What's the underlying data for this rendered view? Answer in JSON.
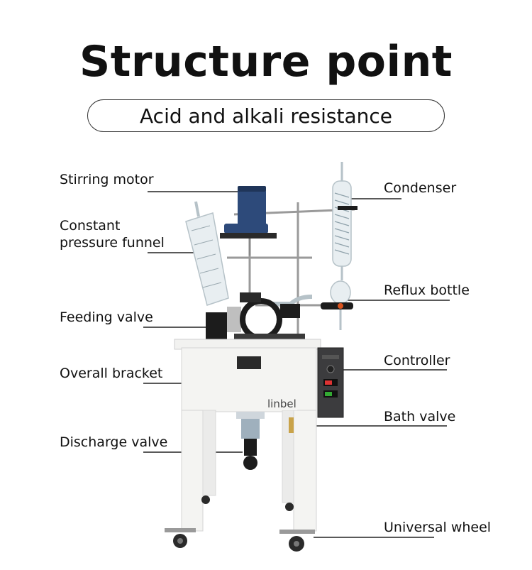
{
  "title": "Structure point",
  "subtitle": "Acid and alkali resistance",
  "brand": "linbel",
  "labels": {
    "stirring_motor": "Stirring motor",
    "constant_funnel_1": "Constant",
    "constant_funnel_2": "pressure funnel",
    "feeding_valve": "Feeding valve",
    "overall_bracket": "Overall bracket",
    "discharge_valve": "Discharge valve",
    "condenser": "Condenser",
    "reflux_bottle": "Reflux bottle",
    "controller": "Controller",
    "bath_valve": "Bath valve",
    "universal_wheel": "Universal wheel"
  },
  "colors": {
    "motor": "#2d4a7a",
    "frame": "#f2f2f0",
    "glass": "#dfe6ea",
    "dark": "#1c1c1c",
    "accent_orange": "#d9531e",
    "brass": "#c9a34a"
  }
}
